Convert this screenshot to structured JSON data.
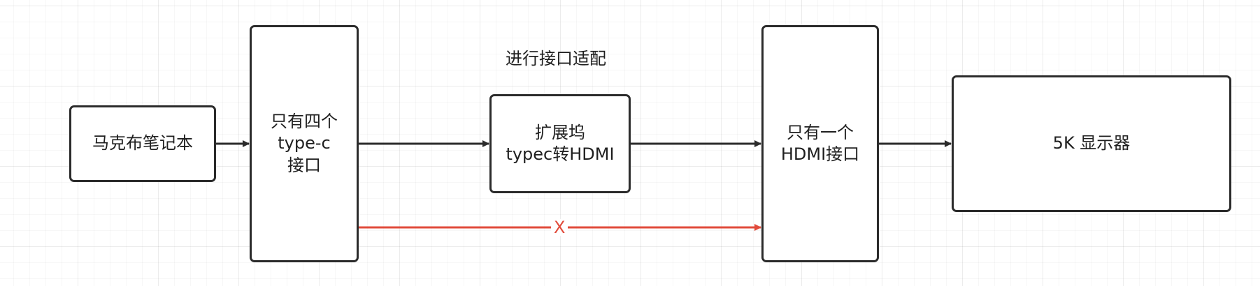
{
  "nodes": {
    "laptop": {
      "label": "马克布笔记本"
    },
    "typec_port": {
      "lines": [
        "只有四个",
        "type-c",
        "接口"
      ]
    },
    "dock": {
      "lines": [
        "扩展坞",
        "typec转HDMI"
      ]
    },
    "hdmi_port": {
      "lines": [
        "只有一个",
        "HDMI接口"
      ]
    },
    "display": {
      "label": "5K 显示器"
    }
  },
  "labels": {
    "adapt": "进行接口适配",
    "blocked": "X"
  },
  "edges": [
    {
      "from": "laptop",
      "to": "typec_port",
      "color": "#2b2b2b"
    },
    {
      "from": "typec_port",
      "to": "dock",
      "color": "#2b2b2b"
    },
    {
      "from": "dock",
      "to": "hdmi_port",
      "color": "#2b2b2b"
    },
    {
      "from": "hdmi_port",
      "to": "display",
      "color": "#2b2b2b"
    },
    {
      "from": "typec_port",
      "to": "hdmi_port",
      "color": "#e14b3b",
      "label": "X"
    }
  ],
  "colors": {
    "stroke": "#2b2b2b",
    "blocked": "#e14b3b"
  }
}
